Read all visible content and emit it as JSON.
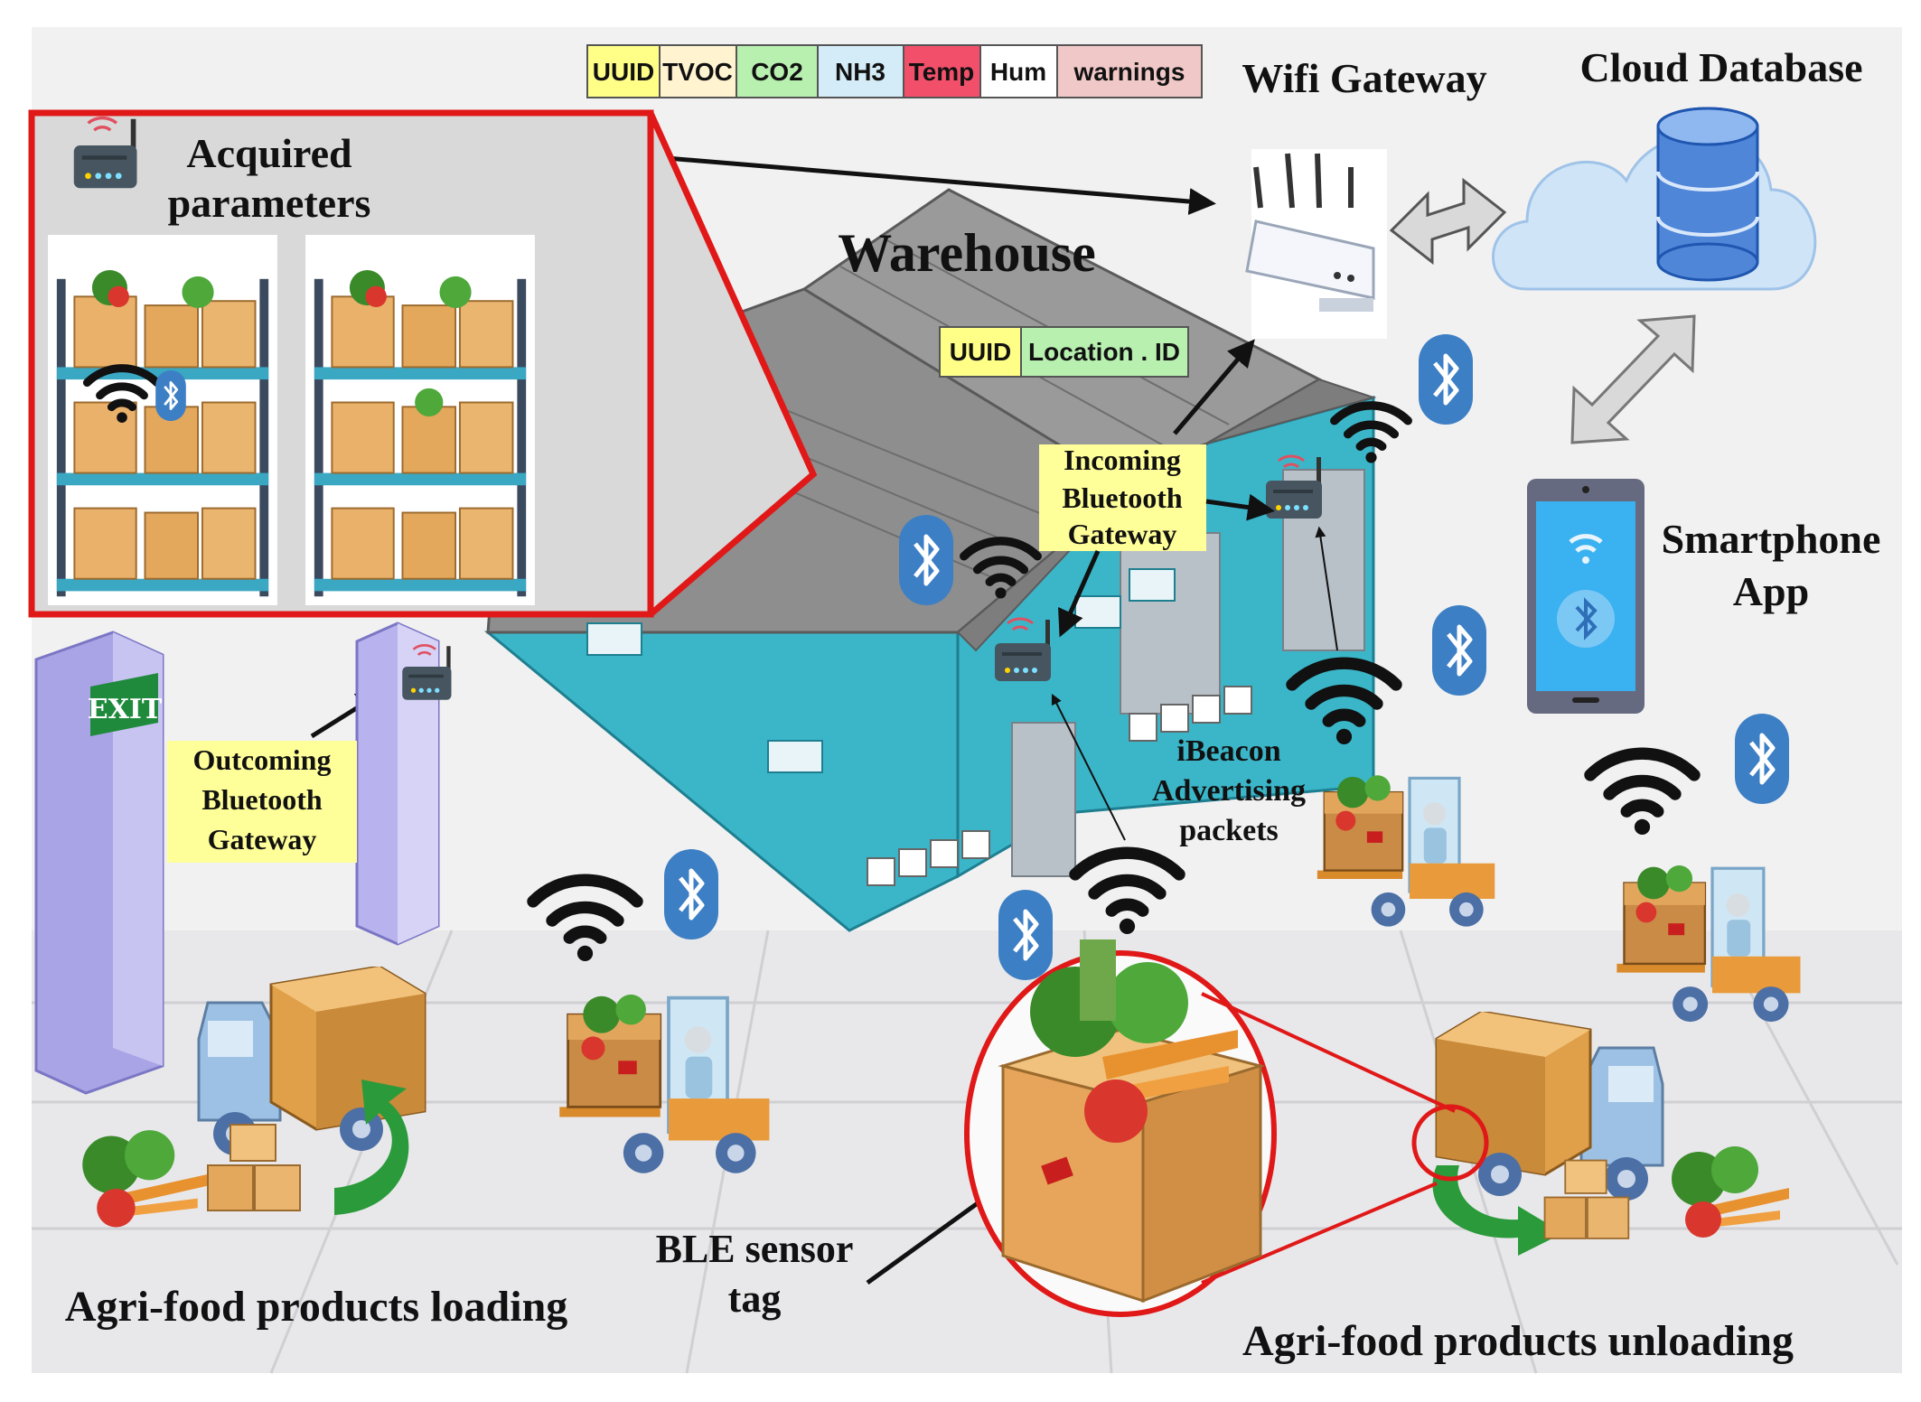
{
  "colors": {
    "red_frame": "#e01818",
    "teal_wall": "#3bb6c9",
    "roof": "#8e8e8e",
    "label_yellow": "#ffff99",
    "bt_blue": "#3d7fc4",
    "cloud_blue": "#cfe4f7",
    "pillar": "#a9a4e6",
    "exit_green": "#1f8a3c"
  },
  "header_table": {
    "cells": [
      {
        "label": "UUID",
        "color": "#ffff88"
      },
      {
        "label": "TVOC",
        "color": "#fff3d0"
      },
      {
        "label": "CO2",
        "color": "#b8f0b0"
      },
      {
        "label": "NH3",
        "color": "#d4ecf7"
      },
      {
        "label": "Temp",
        "color": "#f2506a"
      },
      {
        "label": "Hum",
        "color": "#ffffff"
      },
      {
        "label": "warnings",
        "color": "#f0c8c8"
      }
    ]
  },
  "location_table": {
    "cells": [
      {
        "label": "UUID",
        "color": "#ffff88"
      },
      {
        "label": "Location . ID",
        "color": "#b8f0b0"
      }
    ]
  },
  "labels": {
    "wifi_gateway": "Wifi Gateway",
    "cloud_database": "Cloud Database",
    "acquired_line1": "Acquired",
    "acquired_line2": "parameters",
    "warehouse": "Warehouse",
    "incoming_line1": "Incoming",
    "incoming_line2": "Bluetooth",
    "incoming_line3": "Gateway",
    "smartphone_line1": "Smartphone",
    "smartphone_line2": "App",
    "exit_sign": "EXIT",
    "outcoming_line1": "Outcoming",
    "outcoming_line2": "Bluetooth",
    "outcoming_line3": "Gateway",
    "ibeacon_line1": "iBeacon",
    "ibeacon_line2": "Advertising",
    "ibeacon_line3": "packets",
    "ble_line1": "BLE sensor",
    "ble_line2": "tag",
    "loading": "Agri-food products loading",
    "unloading": "Agri-food products unloading"
  }
}
